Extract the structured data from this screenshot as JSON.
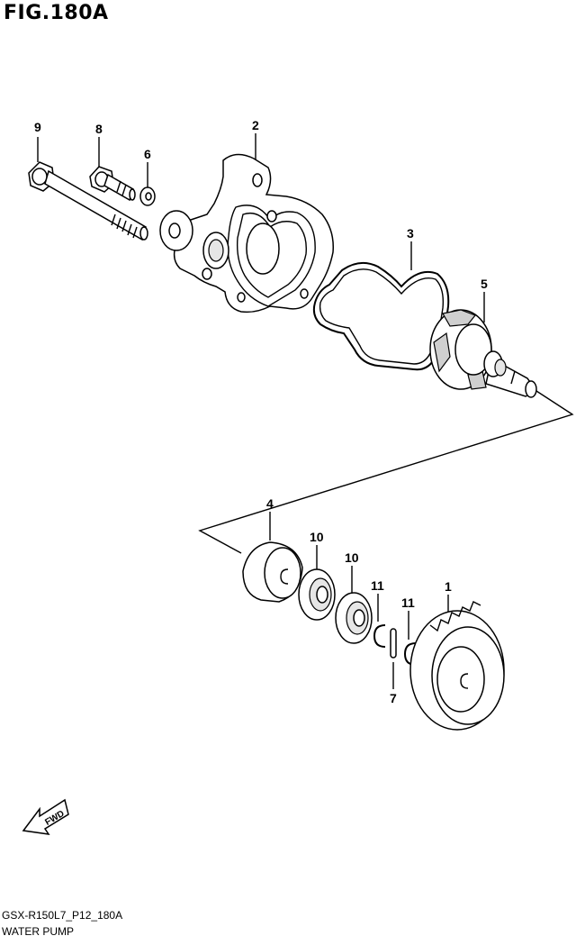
{
  "figure": {
    "title": "FIG.180A",
    "code": "GSX-R150L7_P12_180A",
    "name": "WATER PUMP"
  },
  "callouts": [
    {
      "id": "c9",
      "number": "9",
      "part": "bolt"
    },
    {
      "id": "c8",
      "number": "8",
      "part": "bolt"
    },
    {
      "id": "c6",
      "number": "6",
      "part": "washer"
    },
    {
      "id": "c2",
      "number": "2",
      "part": "pump-cover"
    },
    {
      "id": "c3",
      "number": "3",
      "part": "o-ring-gasket"
    },
    {
      "id": "c5",
      "number": "5",
      "part": "impeller-shaft"
    },
    {
      "id": "c4",
      "number": "4",
      "part": "seal"
    },
    {
      "id": "c10a",
      "number": "10",
      "part": "bearing"
    },
    {
      "id": "c10b",
      "number": "10",
      "part": "bearing"
    },
    {
      "id": "c11a",
      "number": "11",
      "part": "circlip"
    },
    {
      "id": "c11b",
      "number": "11",
      "part": "circlip"
    },
    {
      "id": "c1",
      "number": "1",
      "part": "driven-gear"
    },
    {
      "id": "c7",
      "number": "7",
      "part": "pin"
    }
  ],
  "fwd_badge": {
    "label": "FWD"
  }
}
